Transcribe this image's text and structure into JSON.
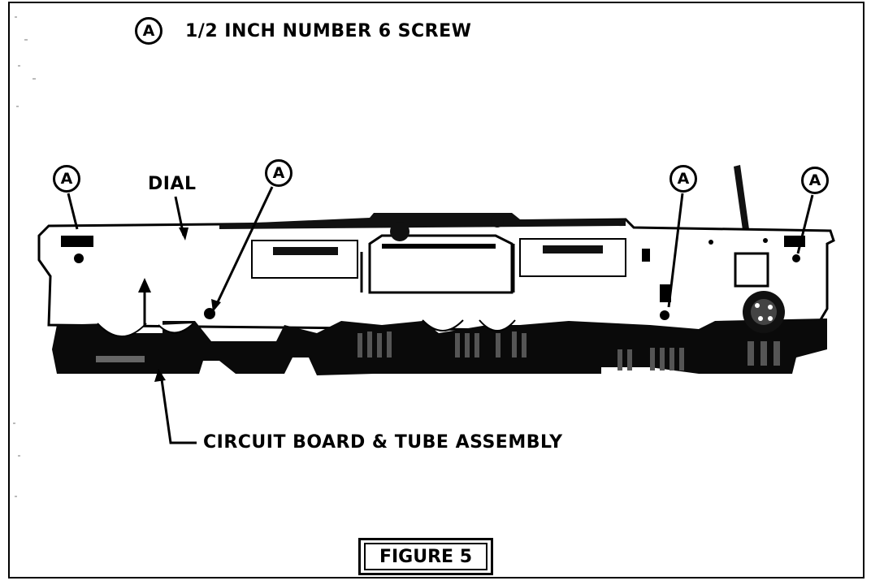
{
  "legend": {
    "symbol": "A",
    "text": "1/2 INCH NUMBER 6 SCREW"
  },
  "labels": {
    "dial": "DIAL",
    "assembly": "CIRCUIT BOARD & TUBE ASSEMBLY"
  },
  "callouts": [
    "A",
    "A",
    "A",
    "A"
  ],
  "caption": "FIGURE 5"
}
